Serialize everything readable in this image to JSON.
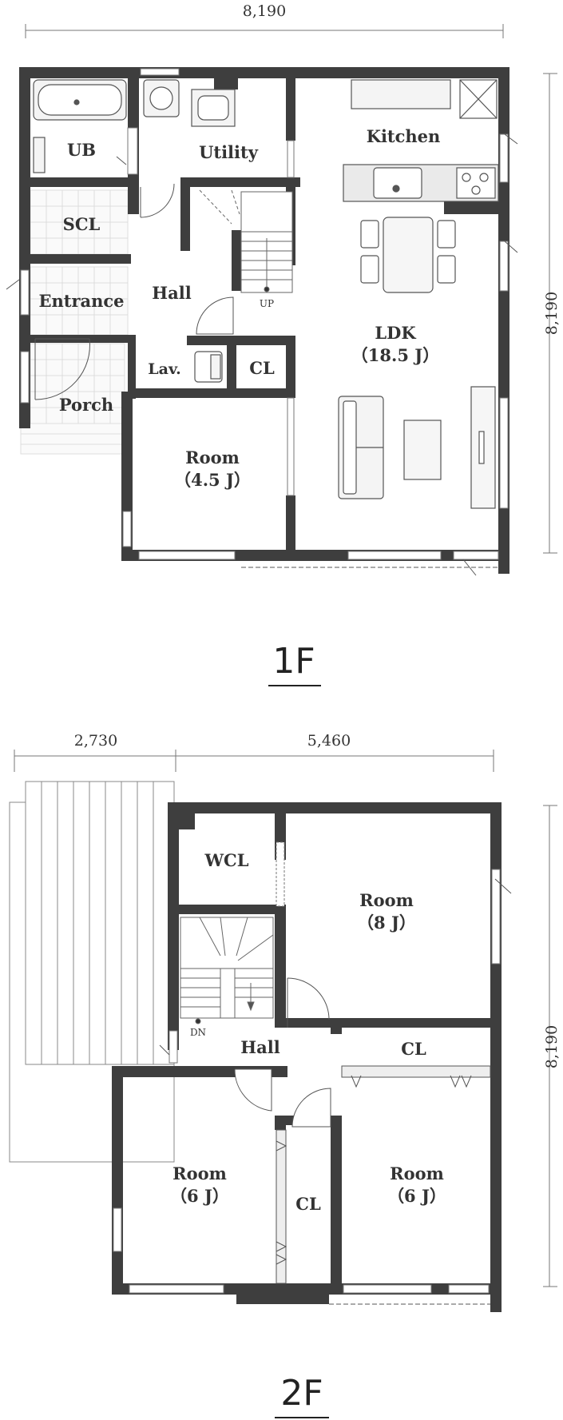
{
  "colors": {
    "wall": "#3e3e3e",
    "thin_line": "#777777",
    "fixture": "#eaeaea",
    "background": "#ffffff"
  },
  "floor1": {
    "title": "1F",
    "dim_top": "8,190",
    "dim_right": "8,190",
    "rooms": {
      "ub": "UB",
      "utility": "Utility",
      "kitchen": "Kitchen",
      "scl": "SCL",
      "entrance": "Entrance",
      "hall": "Hall",
      "up": "UP",
      "ldk": "LDK",
      "ldk_size": "（18.5 J）",
      "porch": "Porch",
      "lav": "Lav.",
      "cl": "CL",
      "room": "Room",
      "room_size": "（4.5 J）"
    }
  },
  "floor2": {
    "title": "2F",
    "dim_left": "2,730",
    "dim_mid": "5,460",
    "dim_right": "8,190",
    "rooms": {
      "wcl": "WCL",
      "room_nw": "Room",
      "room_nw_size": "（8 J）",
      "dn": "DN",
      "hall": "Hall",
      "cl_top": "CL",
      "room_sw": "Room",
      "room_sw_size": "（6 J）",
      "cl_mid": "CL",
      "room_se": "Room",
      "room_se_size": "（6 J）"
    }
  }
}
